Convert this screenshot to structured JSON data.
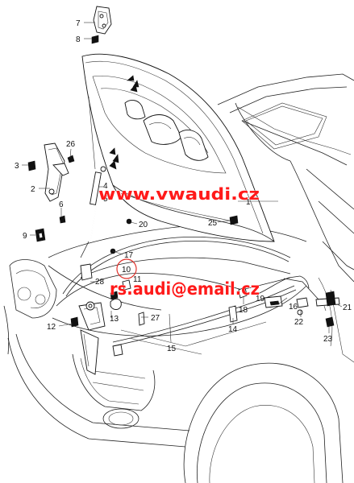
{
  "watermarks": {
    "site": "www.vwaudi.cz",
    "email": "rs.audi@email.cz"
  },
  "callouts": {
    "c1": "1",
    "c2": "2",
    "c3": "3",
    "c4": "4",
    "c5": "5",
    "c6": "6",
    "c7": "7",
    "c8": "8",
    "c9": "9",
    "c10": "10",
    "c11": "11",
    "c12": "12",
    "c13": "13",
    "c14": "14",
    "c15": "15",
    "c16": "16",
    "c17": "17",
    "c18": "18",
    "c19": "19",
    "c20": "20",
    "c21": "21",
    "c22": "22",
    "c23": "23",
    "c25": "25",
    "c26": "26",
    "c27": "27",
    "c28": "28"
  },
  "highlight_color": "#e0302a",
  "watermark_color": "#ff1a1a"
}
